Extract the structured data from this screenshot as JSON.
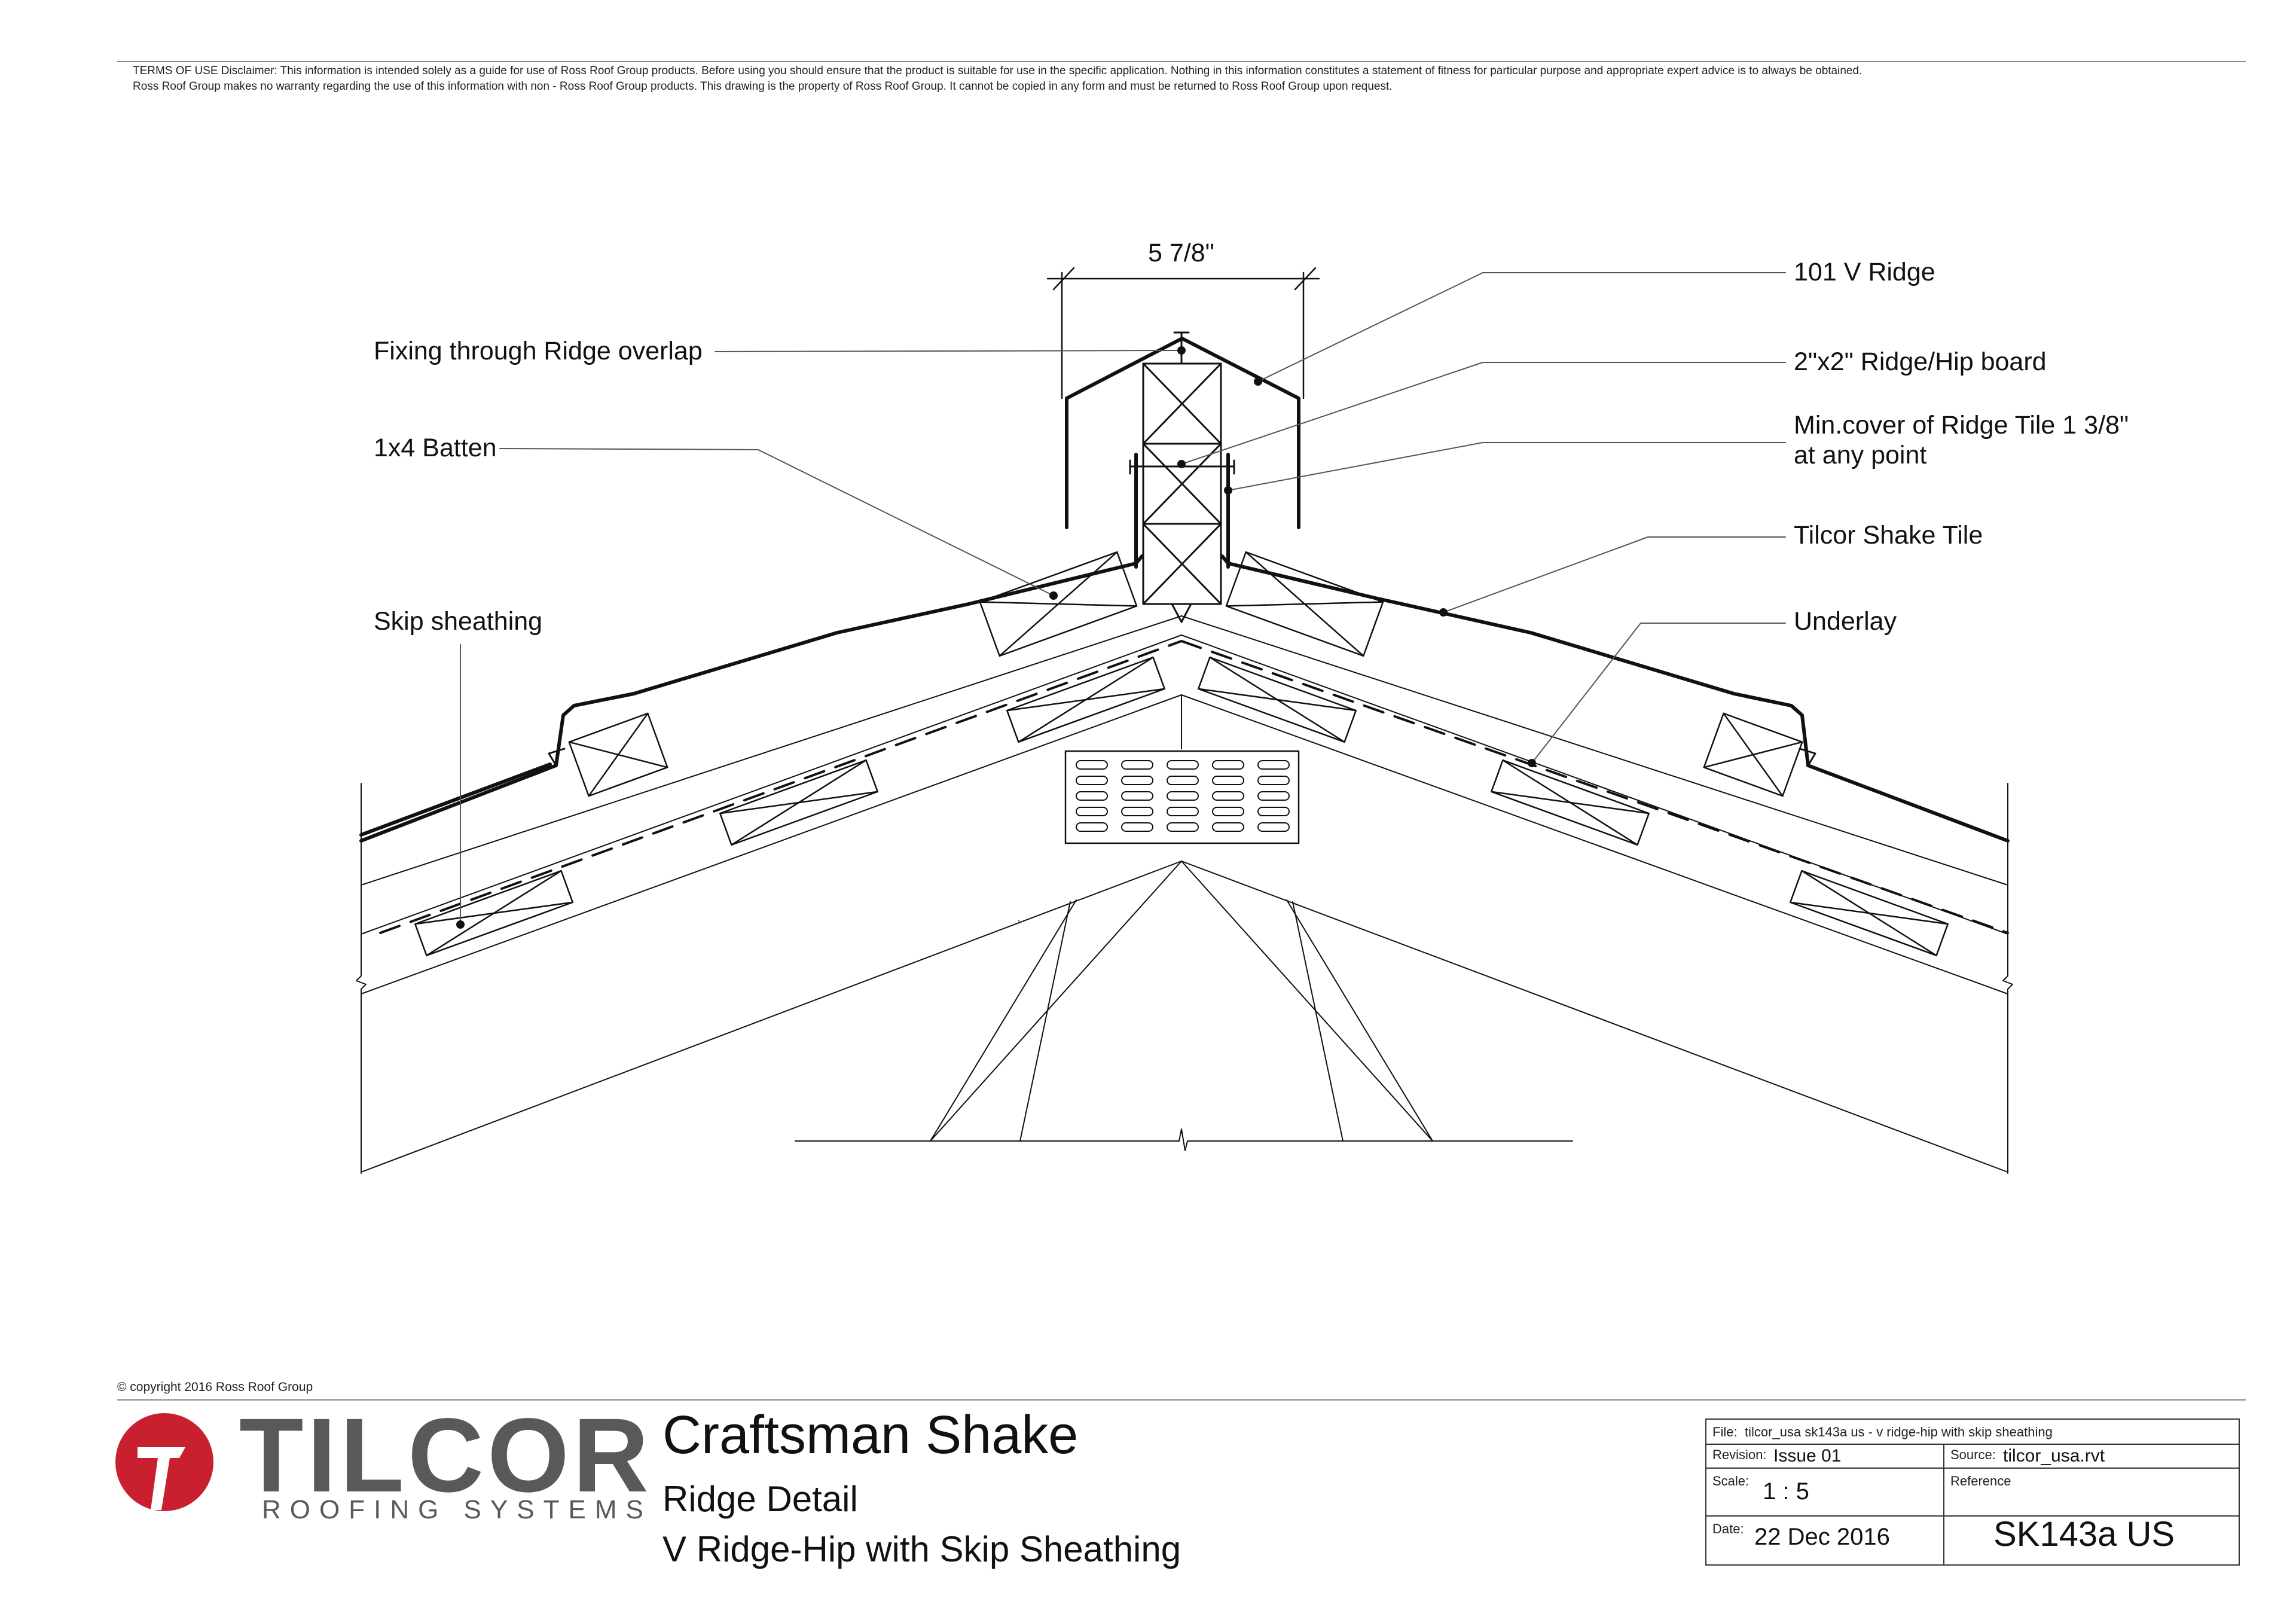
{
  "terms": {
    "line1": "TERMS OF USE Disclaimer: This information is intended solely as a guide for use of Ross Roof Group products. Before using you should ensure that the product is suitable for use in the specific application. Nothing in this information constitutes a statement of fitness for particular purpose and appropriate expert advice is to always be obtained.",
    "line2": "Ross Roof Group makes no warranty regarding the use of this information with non - Ross Roof Group products. This drawing is the property of Ross Roof Group. It cannot be copied in any form and must be returned to Ross Roof Group upon request."
  },
  "diagram": {
    "dimension": "5 7/8\"",
    "labels": {
      "fixing": "Fixing through Ridge overlap",
      "batten": "1x4 Batten",
      "skip": "Skip sheathing",
      "v_ridge": "101 V Ridge",
      "ridge_board": "2\"x2\" Ridge/Hip board",
      "min_cover_1": "Min.cover of Ridge Tile 1 3/8\"",
      "min_cover_2": "at any point",
      "shake_tile": "Tilcor Shake Tile",
      "underlay": "Underlay"
    }
  },
  "footer": {
    "copyright": "© copyright 2016 Ross Roof Group",
    "brand": "TILCOR",
    "brand_sub": "ROOFING SYSTEMS",
    "brand_color": "#c8202f",
    "title": "Craftsman Shake",
    "subtitle": "Ridge Detail",
    "subtitle2": "V Ridge-Hip with Skip Sheathing"
  },
  "titleblock": {
    "file_label": "File:",
    "file": "tilcor_usa sk143a us - v ridge-hip with skip sheathing",
    "revision_label": "Revision:",
    "revision": "Issue 01",
    "source_label": "Source:",
    "source": "tilcor_usa.rvt",
    "scale_label": "Scale:",
    "scale": "1 : 5",
    "reference_label": "Reference",
    "date_label": "Date:",
    "date": "22 Dec 2016",
    "reference": "SK143a US"
  }
}
